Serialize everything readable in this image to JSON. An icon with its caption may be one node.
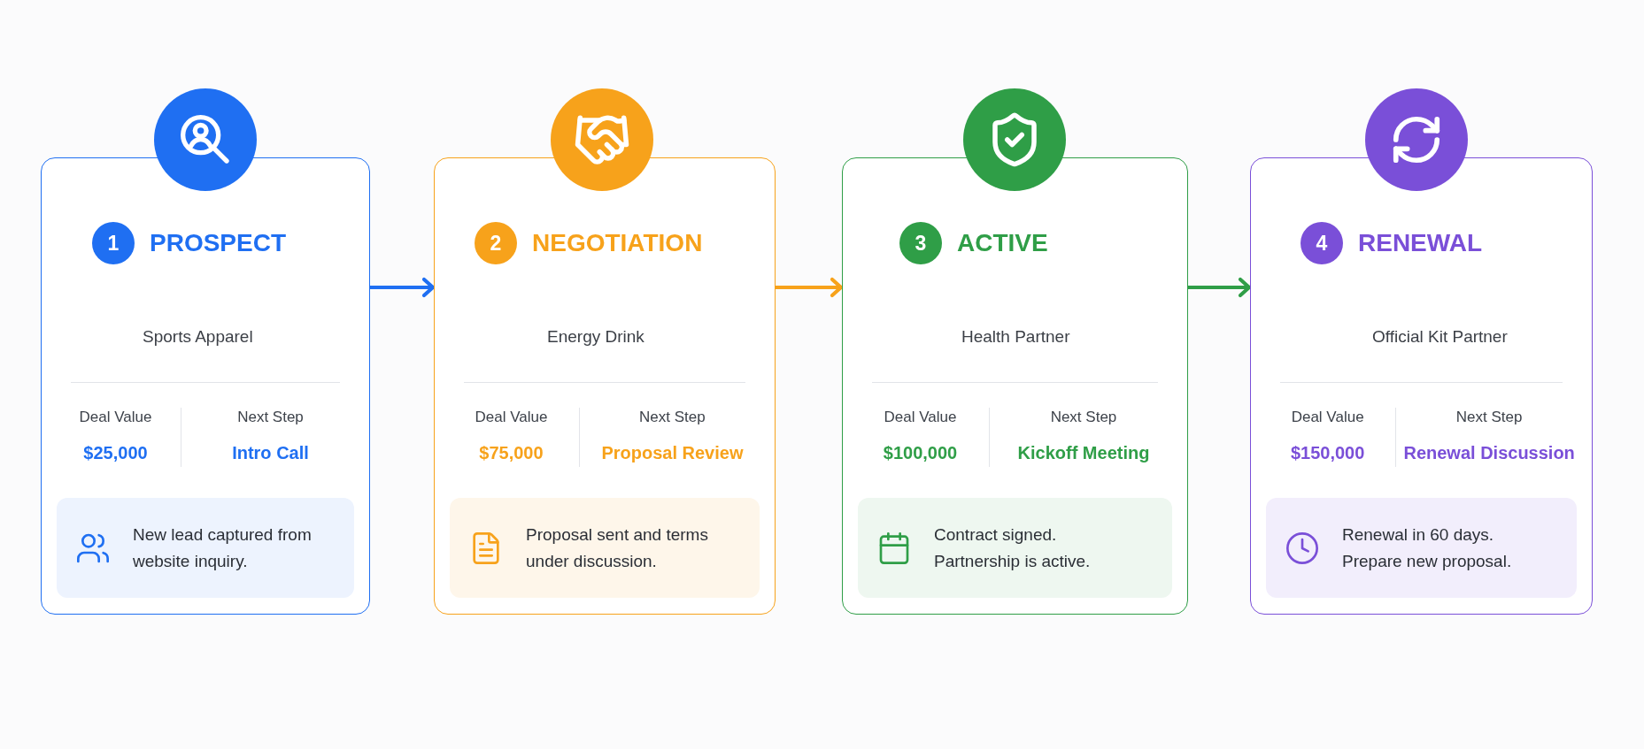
{
  "diagram": {
    "nodes": [
      {
        "text": [
          "PROSPECT",
          "Sports Apparel",
          "Deal Value",
          "$25,000",
          "Next Step",
          "Intro Call"
        ]
      },
      {
        "text": [
          "1"
        ],
        "in": 0
      },
      {
        "text": [
          "New lead captured from website inquiry."
        ],
        "in": 0
      },
      {
        "text": [
          "NEGOTIATION",
          "Energy Drink",
          "Deal Value",
          "$75,000",
          "Next Step",
          "Proposal Review"
        ]
      },
      {
        "text": [
          "2"
        ],
        "in": 3
      },
      {
        "text": [
          "Proposal sent and terms under discussion."
        ],
        "in": 3
      },
      {
        "text": [
          "ACTIVE",
          "Health Partner",
          "Deal Value",
          "$100,000",
          "Next Step",
          "Kickoff Meeting"
        ]
      },
      {
        "text": [
          "3"
        ],
        "in": 6
      },
      {
        "text": [
          "Contract signed. Partnership is active."
        ],
        "in": 6
      },
      {
        "text": [
          "RENEWAL",
          "Official Kit Partner",
          "Deal Value",
          "$150,000",
          "Next Step",
          "Renewal Discussion"
        ]
      },
      {
        "text": [
          "4"
        ],
        "in": 9
      },
      {
        "text": [
          "Renewal in 60 days. Prepare new proposal."
        ],
        "in": 9
      }
    ],
    "edges": [
      {
        "from": 0,
        "to": 3,
        "arrow": "to",
        "color": "#1f6ff2"
      },
      {
        "from": 3,
        "to": 6,
        "arrow": "to",
        "color": "#f7a21b"
      },
      {
        "from": 6,
        "to": 9,
        "arrow": "to",
        "color": "#2f9e47"
      }
    ]
  }
}
